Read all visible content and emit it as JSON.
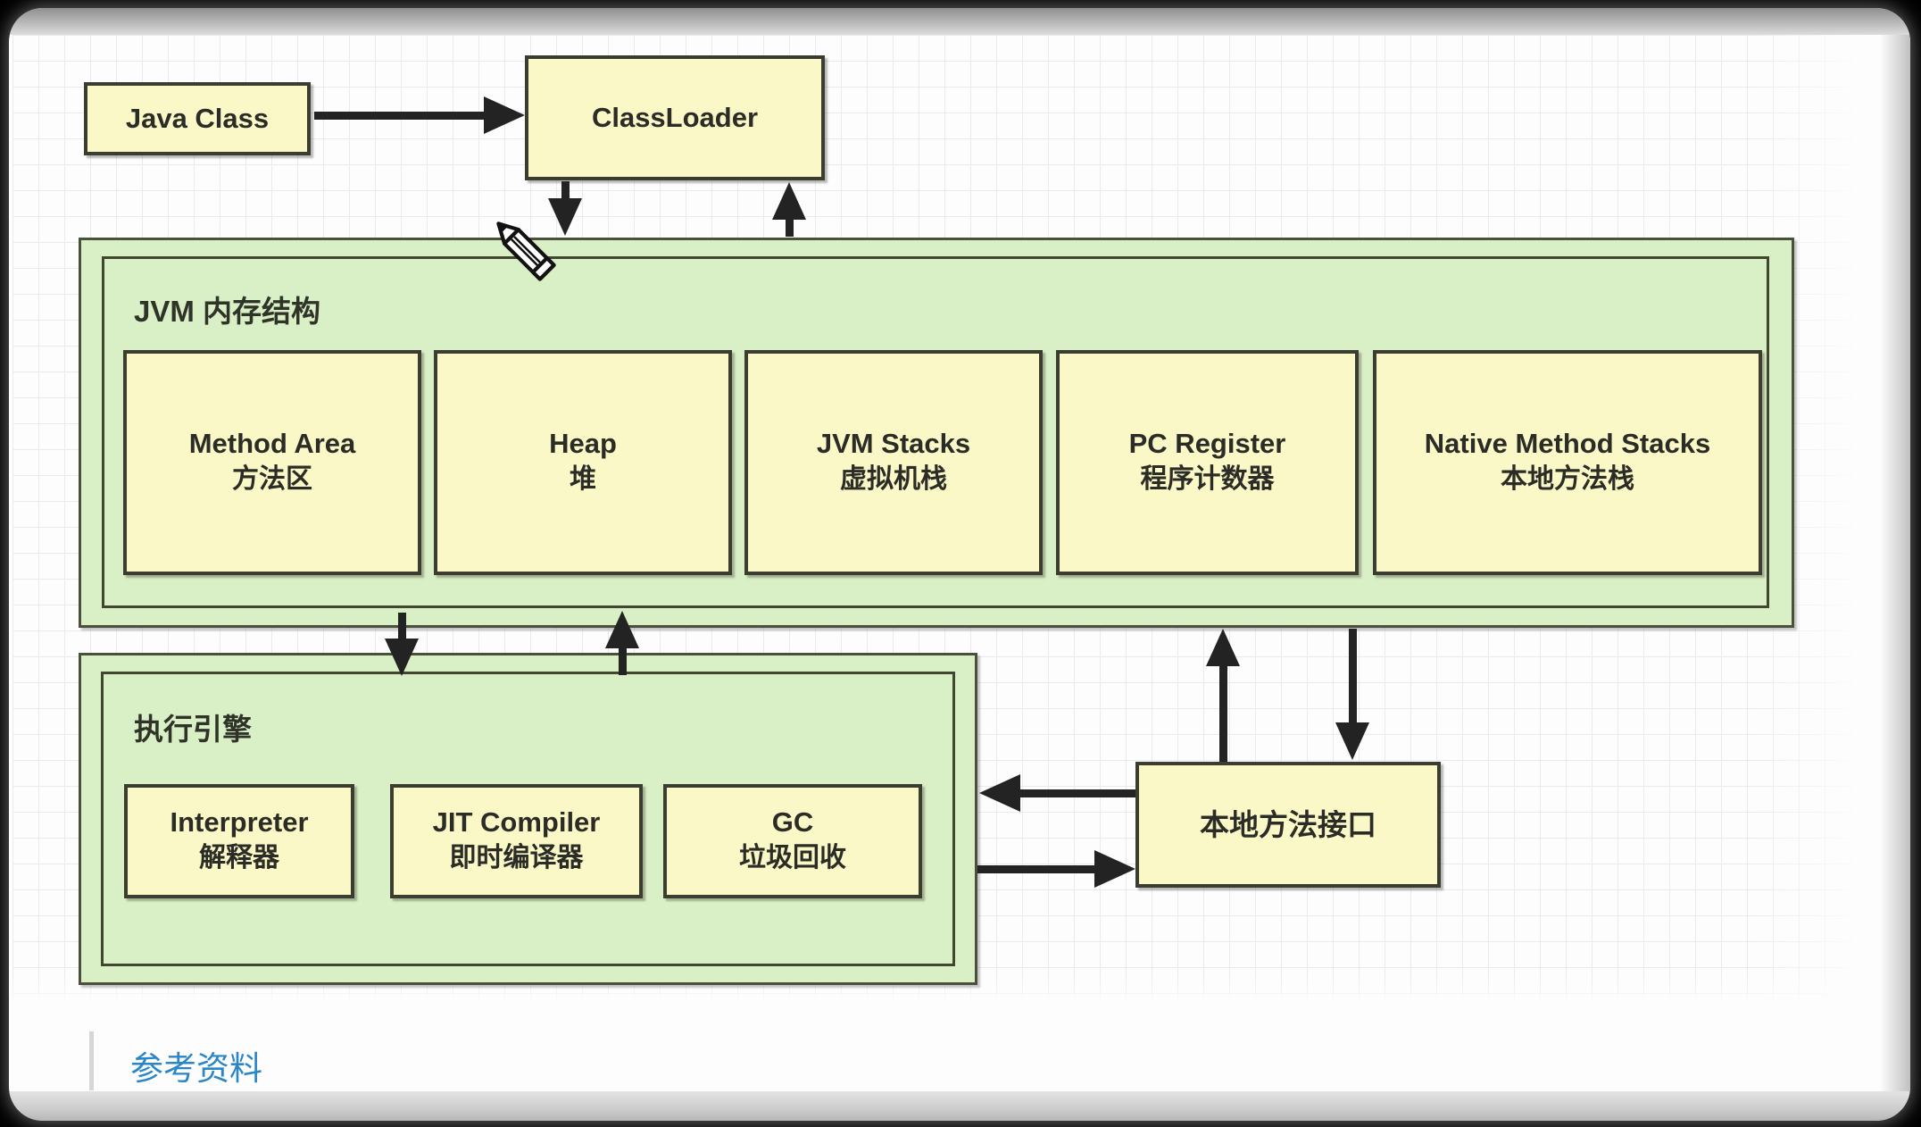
{
  "diagram": {
    "java_class": {
      "label": "Java Class"
    },
    "classloader": {
      "label": "ClassLoader"
    },
    "jvm_memory": {
      "title": "JVM 内存结构",
      "boxes": [
        {
          "en": "Method Area",
          "zh": "方法区"
        },
        {
          "en": "Heap",
          "zh": "堆"
        },
        {
          "en": "JVM Stacks",
          "zh": "虚拟机栈"
        },
        {
          "en": "PC Register",
          "zh": "程序计数器"
        },
        {
          "en": "Native Method Stacks",
          "zh": "本地方法栈"
        }
      ]
    },
    "execution_engine": {
      "title": "执行引擎",
      "boxes": [
        {
          "en": "Interpreter",
          "zh": "解释器"
        },
        {
          "en": "JIT Compiler",
          "zh": "即时编译器"
        },
        {
          "en": "GC",
          "zh": "垃圾回收"
        }
      ]
    },
    "native_interface": {
      "label": "本地方法接口"
    }
  },
  "footer": {
    "reference_link": "参考资料"
  },
  "colors": {
    "box_yellow": "#fbf8c8",
    "box_green": "#d9efc5",
    "border_dark": "#3a3d2f",
    "arrow": "#232323",
    "link_blue": "#2b86c7"
  }
}
